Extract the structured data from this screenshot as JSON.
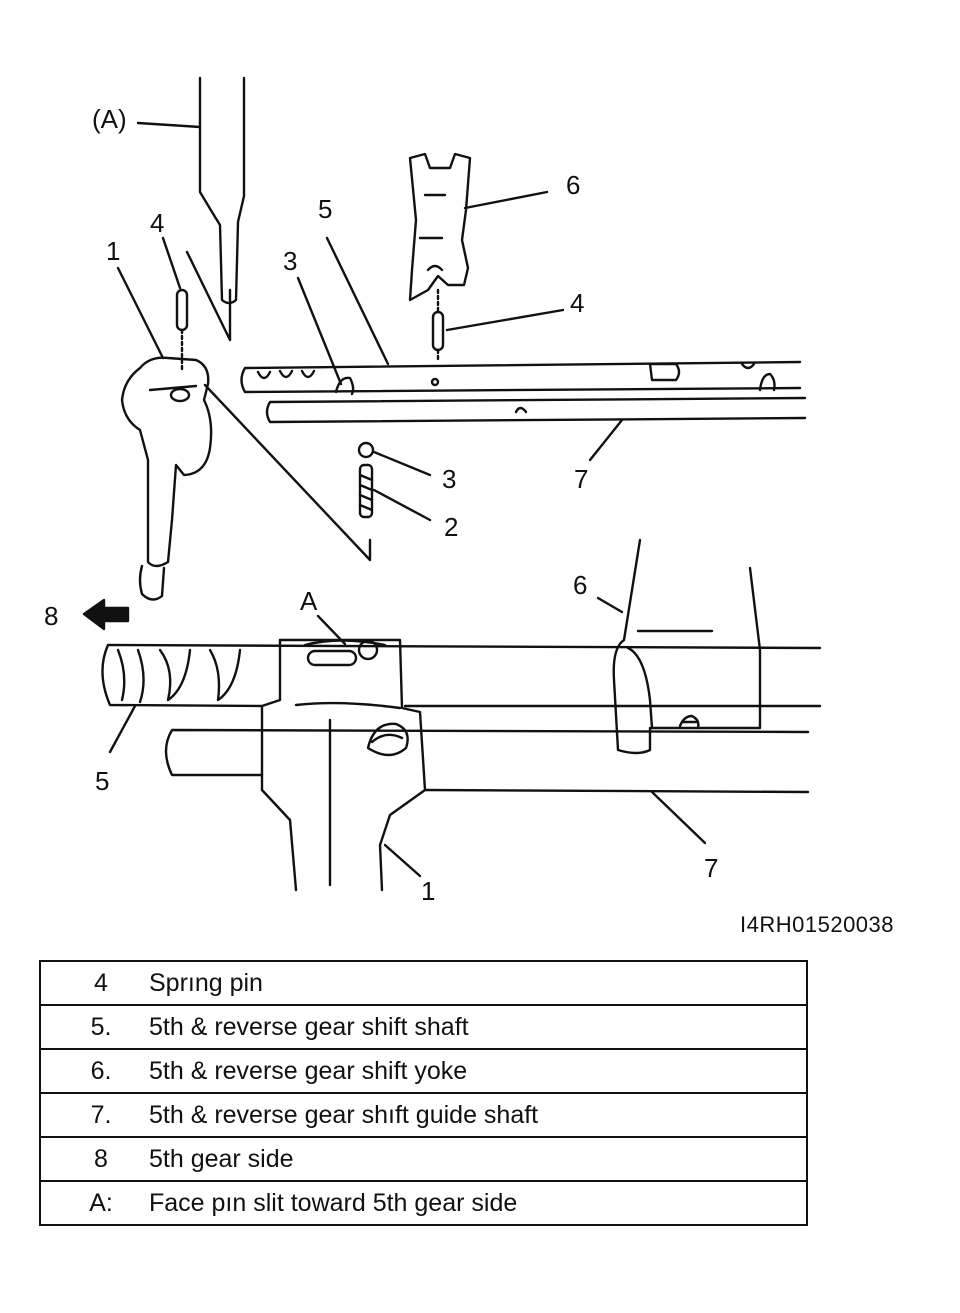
{
  "figure": {
    "callouts": {
      "tool": "(A)",
      "c1_top": "1",
      "c4_left": "4",
      "c3_left": "3",
      "c5_top": "5",
      "c6_top": "6",
      "c4_right": "4",
      "c3_ball": "3",
      "c2_spring": "2",
      "c7_top": "7",
      "c8": "8",
      "cA": "A",
      "c6_bottom": "6",
      "c5_bottom": "5",
      "c7_bottom": "7",
      "c1_bottom": "1"
    },
    "figure_id": "I4RH01520038"
  },
  "legend": [
    {
      "key": "4",
      "text": "Sprıng pin"
    },
    {
      "key": "5.",
      "text": "5th & reverse gear shift shaft"
    },
    {
      "key": "6.",
      "text": "5th & reverse gear shift yoke"
    },
    {
      "key": "7.",
      "text": "5th & reverse gear shıft guide shaft"
    },
    {
      "key": "8",
      "text": "5th gear side"
    },
    {
      "key": "A:",
      "text": "Face pın slit toward 5th gear side"
    }
  ]
}
